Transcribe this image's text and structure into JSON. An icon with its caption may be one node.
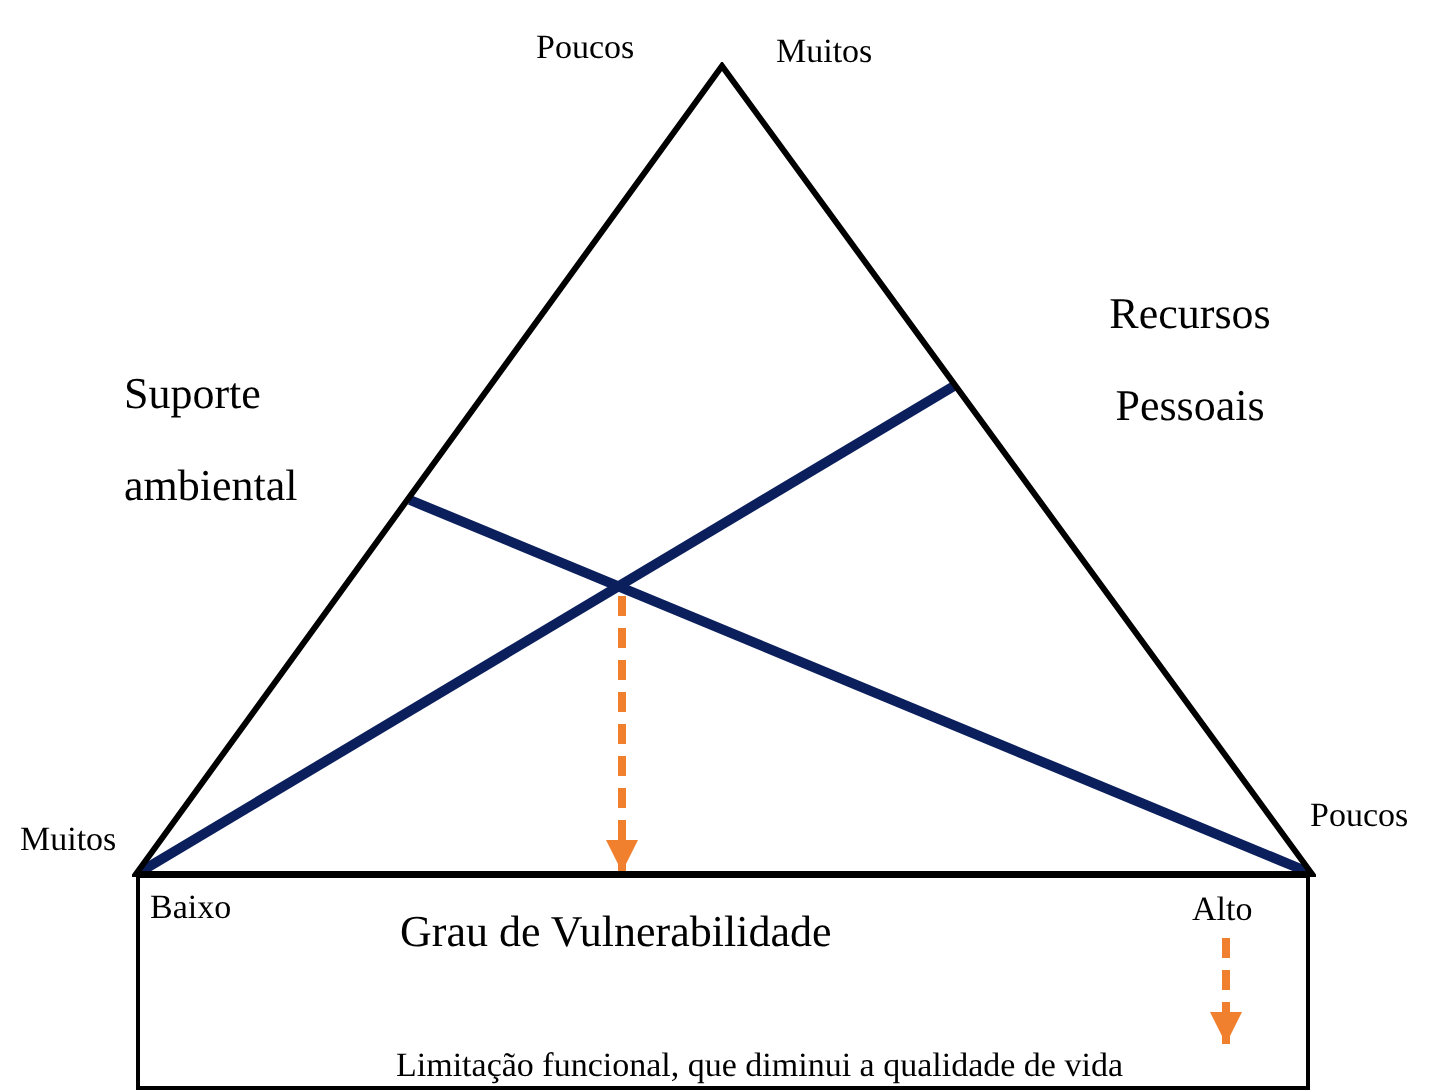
{
  "diagram": {
    "nodes": [
      {
        "text": [],
        "shape": "triangle"
      },
      {
        "text": [
          "Grau de Vulnerabilidade"
        ]
      },
      {
        "text": [
          "Alto"
        ],
        "in": 1
      },
      {
        "text": [
          "Limitação funcional, que diminui a qualidade de vida"
        ],
        "in": 1
      }
    ],
    "edges": [
      {
        "from": 0,
        "to": 1,
        "arrow": "to",
        "style": "dashed",
        "color": "#f07f2e"
      },
      {
        "from": 2,
        "to": 3,
        "arrow": "to",
        "style": "dashed",
        "color": "#f07f2e"
      }
    ],
    "labels": [
      "Poucos",
      "Muitos",
      "Suporte ambiental",
      "Recursos Pessoais",
      "Muitos",
      "Poucos",
      "Baixo"
    ]
  }
}
